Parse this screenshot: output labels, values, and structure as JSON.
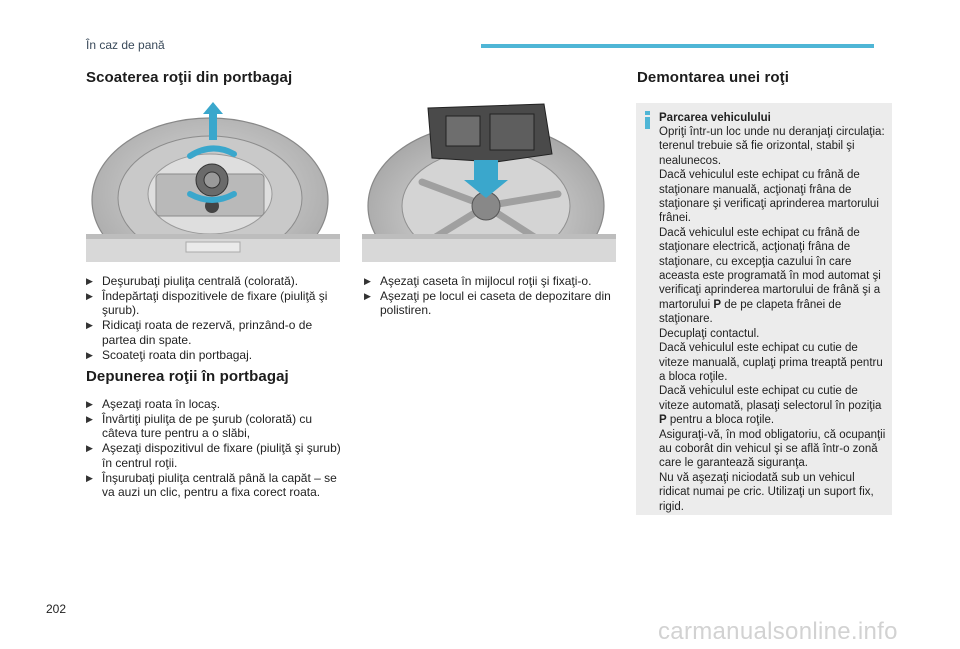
{
  "header": {
    "section": "În caz de pană",
    "accent_color": "#4fb6d6"
  },
  "left_column": {
    "title": "Scoaterea roţii din portbagaj",
    "items": [
      "Deşurubaţi piuliţa centrală (colorată).",
      "Îndepărtaţi dispozitivele de fixare (piuliţă şi şurub).",
      "Ridicaţi roata de rezervă, prinzând-o de partea din spate.",
      "Scoateţi roata din portbagaj."
    ]
  },
  "middle_column": {
    "items": [
      "Aşezaţi caseta în mijlocul roţii şi fixaţi-o.",
      "Aşezaţi pe locul ei caseta de depozitare din polistiren."
    ]
  },
  "second_section": {
    "title": "Depunerea roţii în portbagaj",
    "items": [
      "Aşezaţi roata în locaş.",
      "Învârtiţi piuliţa de pe şurub (colorată) cu câteva ture pentru a o slăbi,",
      "Aşezaţi dispozitivul de fixare (piuliţă şi şurub) în centrul roţii.",
      "Înşurubaţi piuliţa centrală până la capăt – se va auzi un clic, pentru a fixa corect roata."
    ]
  },
  "right_column": {
    "title": "Demontarea unei roţi",
    "info_box": {
      "title": "Parcarea vehiculului",
      "paragraphs": [
        "Opriţi într-un loc unde nu deranjaţi circulaţia: terenul trebuie să fie orizontal, stabil şi nealunecos.",
        "Dacă vehiculul este echipat cu frână de staţionare manuală, acţionaţi frâna de staţionare şi verificaţi aprinderea martorului frânei.",
        "Dacă vehiculul este echipat cu frână de staţionare electrică, acţionaţi frâna de staţionare, cu excepţia cazului în care aceasta este programată în mod automat şi verificaţi aprinderea martorului de frână şi a martorului P de pe clapeta frânei de staţionare.",
        "Decuplaţi contactul.",
        "Dacă vehiculul este echipat cu cutie de viteze manuală, cuplaţi prima treaptă pentru a bloca roţile.",
        "Dacă vehiculul este echipat cu cutie de viteze automată, plasaţi selectorul în poziţia P pentru a bloca roţile.",
        "Asiguraţi-vă, în mod obligatoriu, că ocupanţii au coborât din vehicul şi se află într-o zonă care le garantează siguranţa.",
        "Nu vă aşezaţi niciodată sub un vehicul ridicat numai pe cric. Utilizaţi un suport fix, rigid."
      ]
    }
  },
  "footer": {
    "page_number": "202",
    "watermark": "carmanualsonline.info"
  },
  "icons": {
    "bullet": "arrow-bullet-icon",
    "info": "info-icon"
  }
}
